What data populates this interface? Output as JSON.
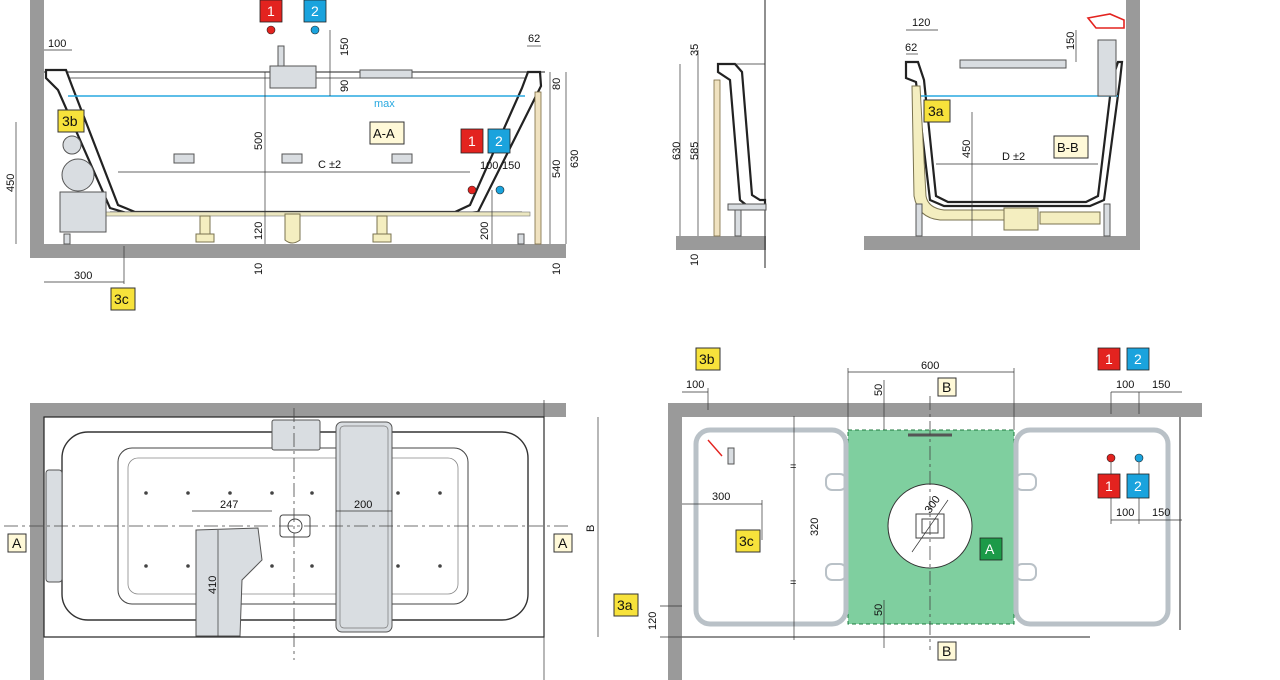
{
  "labels": {
    "tag_1": "1",
    "tag_2": "2",
    "tag_3a": "3a",
    "tag_3b": "3b",
    "tag_3c": "3c",
    "tag_A": "A",
    "tag_B": "B",
    "section_aa": "A-A",
    "section_bb": "B-B",
    "max": "max",
    "dim_B": "B"
  },
  "front_view": {
    "d100": "100",
    "d62": "62",
    "d150": "150",
    "d90": "90",
    "d80": "80",
    "d500": "500",
    "d120": "120",
    "d200": "200",
    "d540": "540",
    "d630": "630",
    "d450": "450",
    "d300": "300",
    "d10a": "10",
    "d10b": "10",
    "c_pm": "C ±2",
    "d100b": "100",
    "d150b": "150"
  },
  "side_view": {
    "d35": "35",
    "d630": "630",
    "d585": "585",
    "d10": "10"
  },
  "section_view": {
    "d120": "120",
    "d62": "62",
    "d150": "150",
    "d450": "450",
    "d_pm": "D ±2"
  },
  "plan_view": {
    "d247": "247",
    "d200": "200",
    "d410": "410"
  },
  "floor_view": {
    "d100": "100",
    "d600": "600",
    "d50a": "50",
    "d100b": "100",
    "d150": "150",
    "d300": "300",
    "d320": "320",
    "d300c": "300",
    "d50b": "50",
    "d120": "120",
    "d100c": "100",
    "d150c": "150",
    "eq1": "=",
    "eq2": "="
  },
  "colors": {
    "red": "#e3231f",
    "blue": "#1aa3dd",
    "yellow": "#f7e23b",
    "green": "#1c9a48",
    "cutout": "#7fcf9f",
    "wall": "#9a9a9a",
    "water": "#29a9e0"
  }
}
